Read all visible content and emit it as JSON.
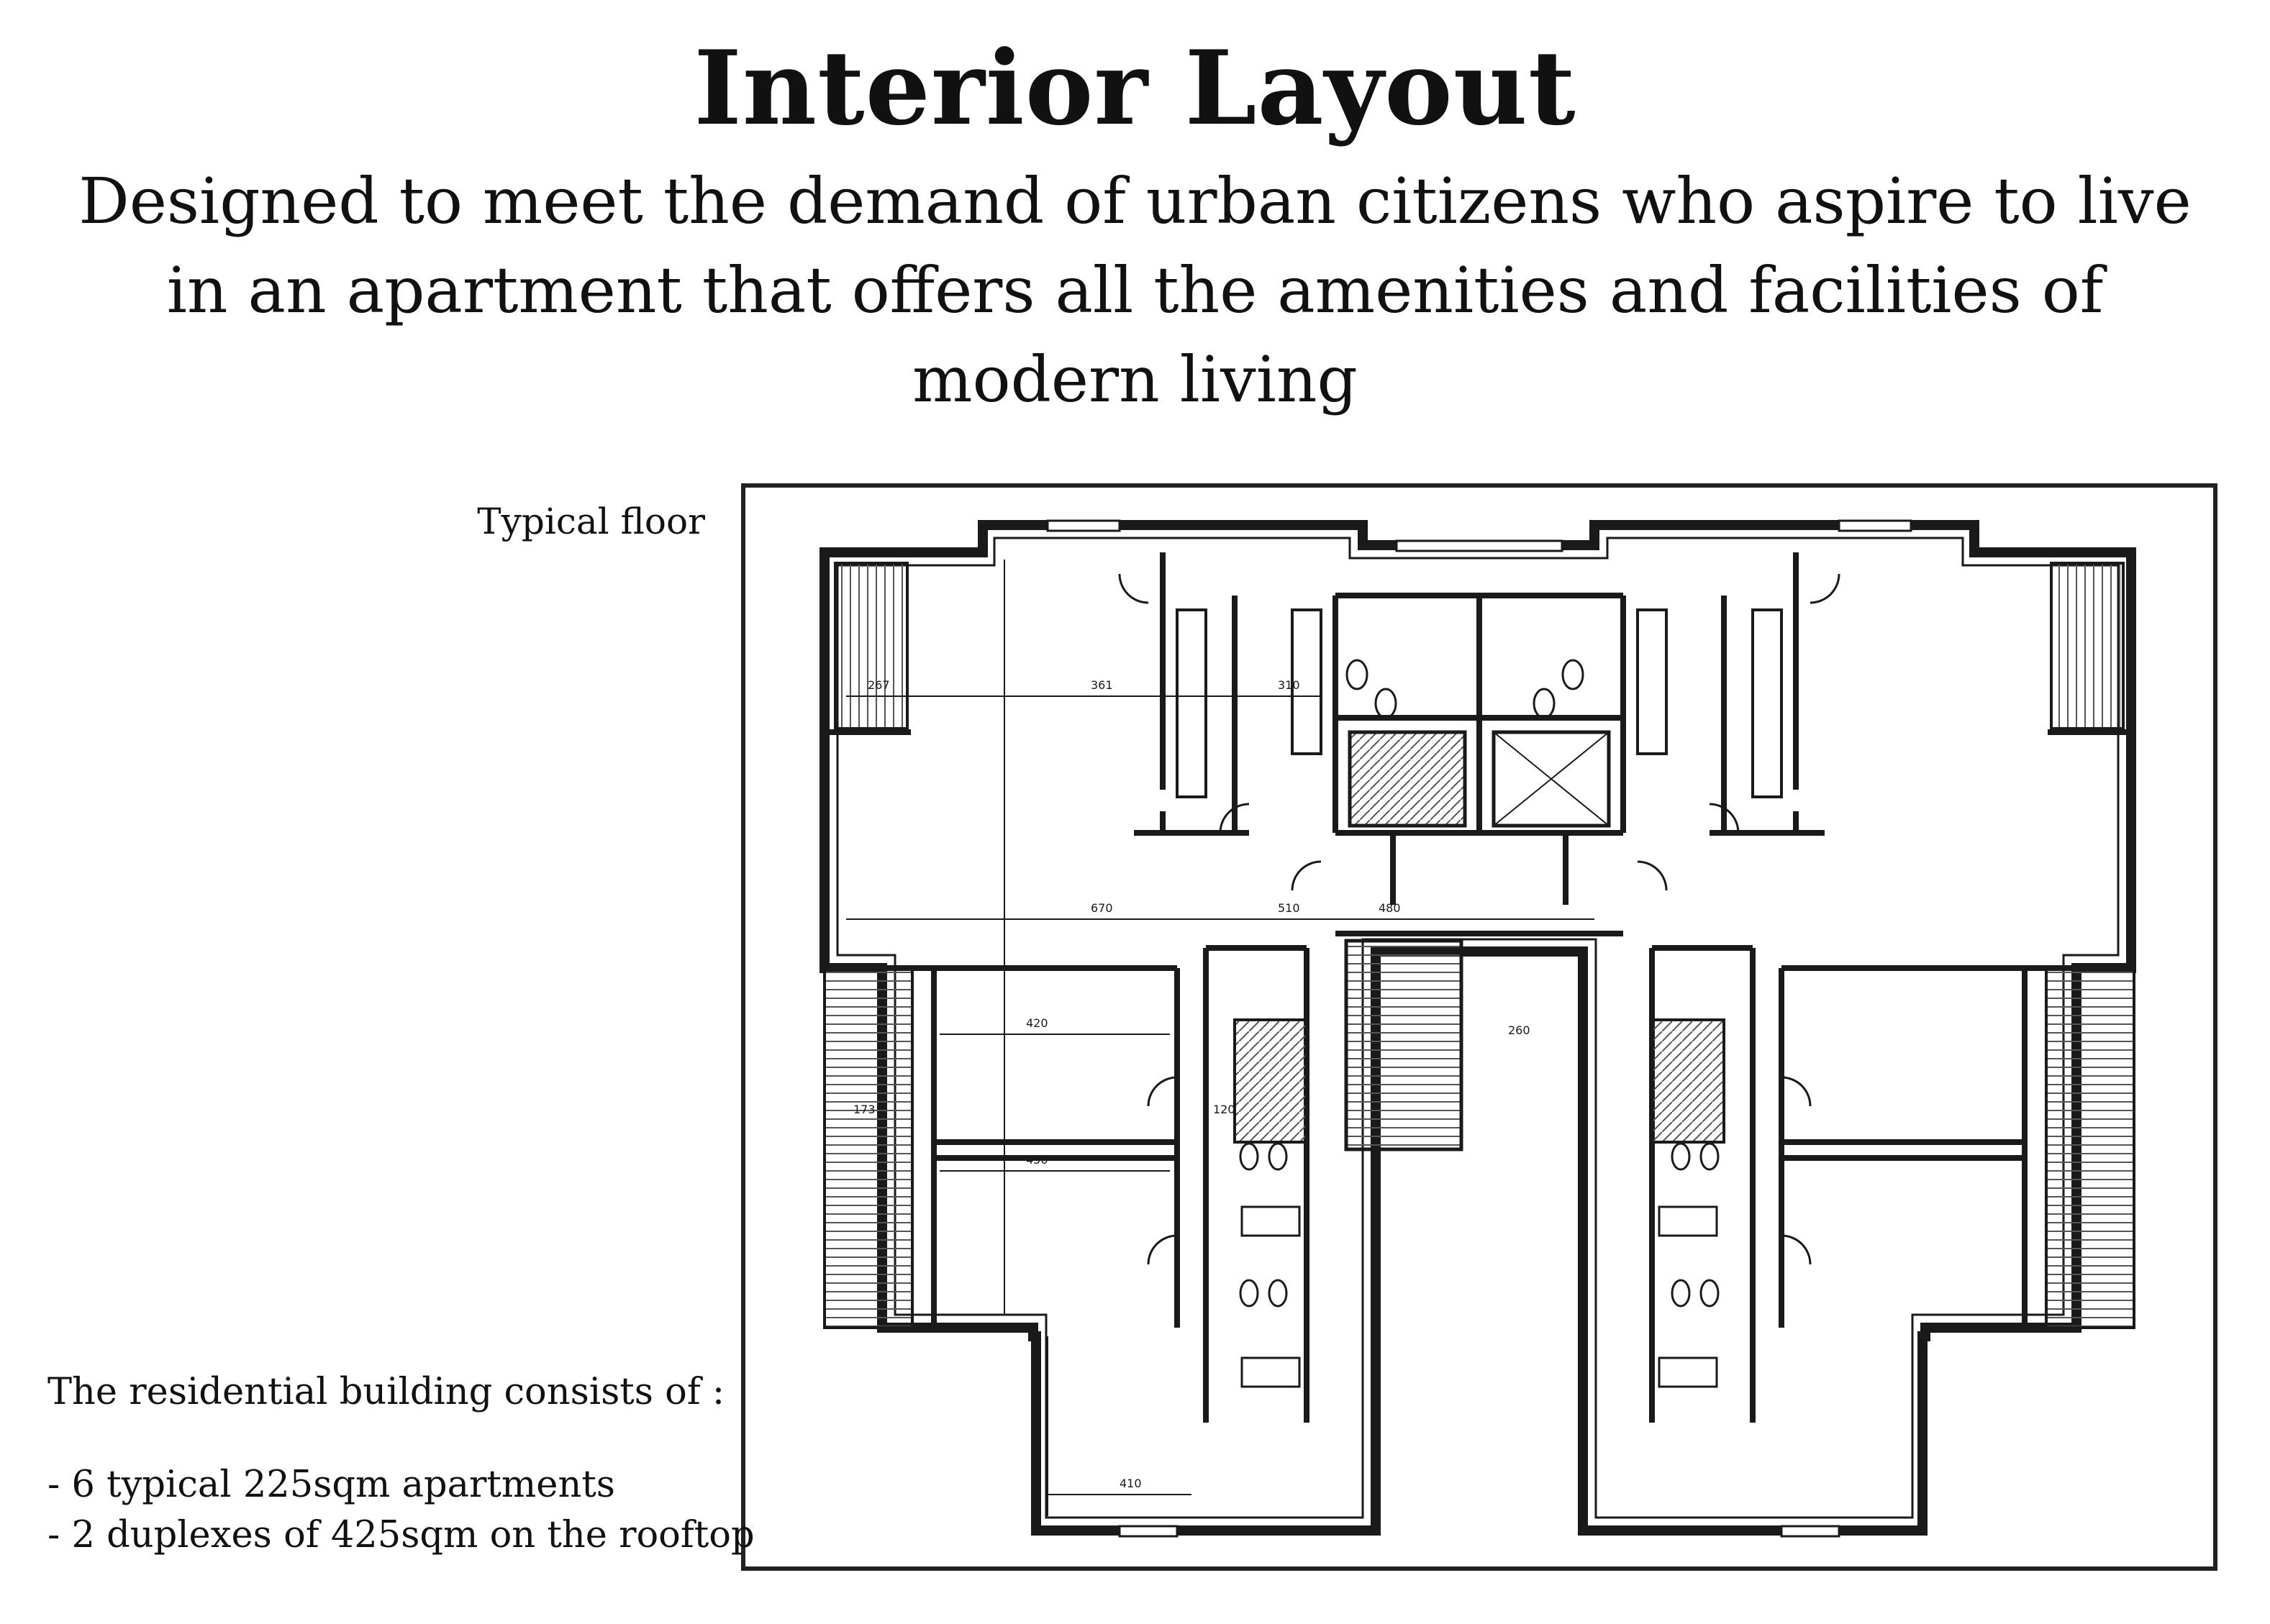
{
  "title": "Interior Layout",
  "subtitle": "Designed to meet the demand of urban citizens who aspire to live in an apartment that offers all the amenities and facilities of modern living",
  "plan": {
    "caption": "Typical floor",
    "dimension_labels": [
      "267",
      "361",
      "310",
      "670",
      "510",
      "480",
      "420",
      "450",
      "173",
      "120",
      "410",
      "260"
    ],
    "line_color": "#1a1a1a",
    "hatch_color": "#444444"
  },
  "info": {
    "heading": "The residential building consists of :",
    "items": [
      "- 6 typical 225sqm apartments",
      "- 2 duplexes of 425sqm on the rooftop"
    ]
  }
}
